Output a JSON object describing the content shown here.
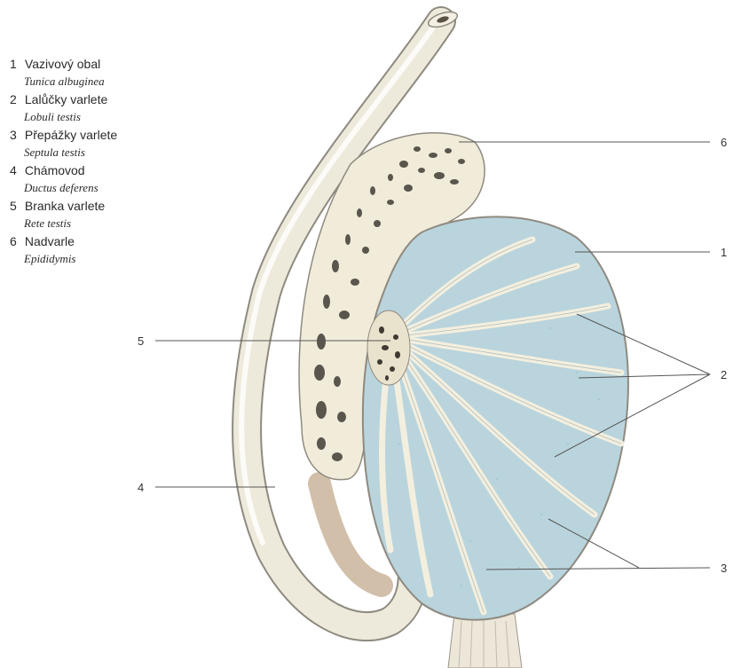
{
  "legend": [
    {
      "number": "1",
      "czech": "Vazivový obal",
      "latin": "Tunica albuginea"
    },
    {
      "number": "2",
      "czech": "Lalůčky varlete",
      "latin": "Lobuli testis"
    },
    {
      "number": "3",
      "czech": "Přepážky varlete",
      "latin": "Septula testis"
    },
    {
      "number": "4",
      "czech": "Chámovod",
      "latin": "Ductus deferens"
    },
    {
      "number": "5",
      "czech": "Branka varlete",
      "latin": "Rete testis"
    },
    {
      "number": "6",
      "czech": "Nadvarle",
      "latin": "Epididymis"
    }
  ],
  "callouts": {
    "c1": "1",
    "c2": "2",
    "c3": "3",
    "c4": "4",
    "c5": "5",
    "c6": "6"
  },
  "colors": {
    "lobule_blue": "#b9d4dc",
    "septa_cream": "#f3efdf",
    "duct_cream": "#eeeadb",
    "duct_shadow": "#c9b49a",
    "outline": "#8f8a80",
    "leader": "#555555"
  }
}
